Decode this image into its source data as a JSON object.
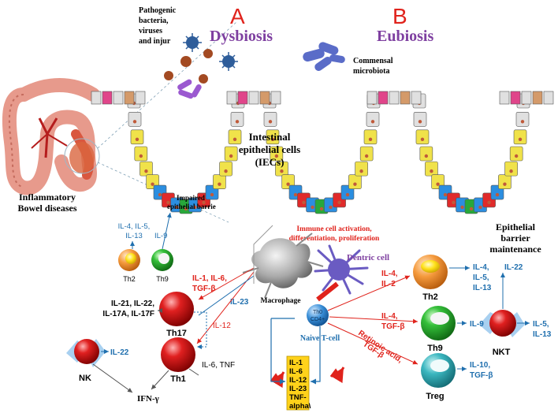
{
  "headings": {
    "letter_a": "A",
    "letter_b": "B",
    "dysbiosis": "Dysbiosis",
    "eubiosis": "Eubiosis"
  },
  "labels": {
    "pathogenic": [
      "Pathogenic",
      "bacteria,",
      "viruses",
      "and injur"
    ],
    "commensal": [
      "Commensal",
      "microbiota"
    ],
    "iec": [
      "Intestinal",
      "epithelial cells",
      "(IECs)"
    ],
    "ibd": [
      "Inflammatory",
      "Bowel diseases"
    ],
    "impaired": [
      "Impaired",
      "epithelial barrie"
    ],
    "immune_activation": [
      "Immune cell activation,",
      "differentiation, proliferation"
    ],
    "epithelial_maintenance": [
      "Epithelial",
      "barrier",
      "maintenance"
    ],
    "dentric_cell": "Dentric cell",
    "macrophage": "Macrophage",
    "naive_t": "Naive T-cell",
    "th0": [
      "Th0",
      "CD4+"
    ]
  },
  "cells": {
    "th2_small": "Th2",
    "th9_small": "Th9",
    "th17": "Th17",
    "th1": "Th1",
    "nk": "NK",
    "th2": "Th2",
    "th9": "Th9",
    "treg": "Treg",
    "nkt": "NKT"
  },
  "cytokines": {
    "small_th2": [
      "IL-4, IL-5,",
      "IL-13"
    ],
    "small_th9": "IL-9",
    "macro_out": [
      "IL-1, IL-6,",
      "TGF-β"
    ],
    "il23": "IL-23",
    "il12": "IL-12",
    "th17_out": [
      "IL-21, IL-22,",
      "IL-17A, IL-17F"
    ],
    "th1_out": "IL-6, TNF",
    "nk_out": "IL-22",
    "ifn": "IFN-γ",
    "to_th2": [
      "IL-4,",
      "IL-2"
    ],
    "to_th9": [
      "IL-4,",
      "TGF-β"
    ],
    "to_treg": [
      "Retinoic acid,",
      "TGF-β"
    ],
    "th2_out": [
      "IL-4,",
      "IL-5,",
      "IL-13"
    ],
    "th9_out": "IL-9",
    "treg_out": [
      "IL-10,",
      "TGF-β"
    ],
    "nkt_up": "IL-22",
    "nkt_right": [
      "IL-5,",
      "IL-13"
    ],
    "box": [
      "IL-1",
      "IL-6",
      "IL-12",
      "IL-23",
      "TNF-",
      "alpha\\"
    ]
  },
  "colors": {
    "red_text": "#e0231c",
    "purple": "#7e3fa0",
    "blue_text": "#1f6fae",
    "box": "#ffd21a"
  }
}
